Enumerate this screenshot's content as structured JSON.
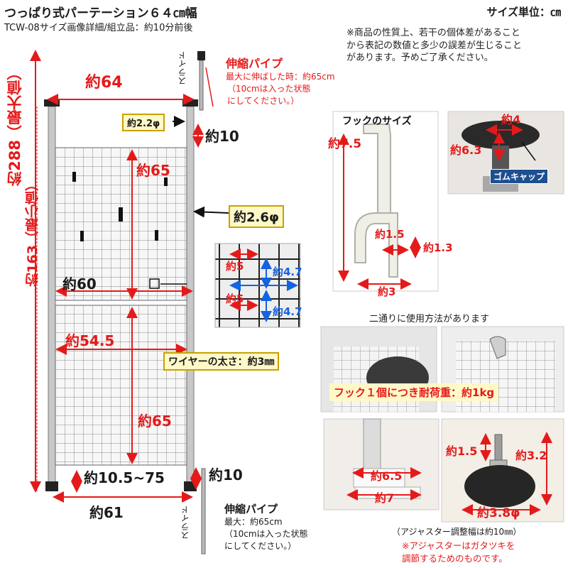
{
  "header": {
    "title": "つっぱり式パーテーション６４㎝幅",
    "subtitle": "TCW-08サイズ画像詳細/組立品：約10分前後",
    "unit": "サイズ単位：㎝"
  },
  "note": {
    "line1": "※商品の性質上、若干の個体差があること",
    "line2": "から表記の数値と多少の誤差が生じること",
    "line3": "があります。予めご了承ください。"
  },
  "diagram": {
    "top_width": "約64",
    "height_max": "約288（最大値）",
    "height_min": "約163（最小値）",
    "pipe_dia": "約2.2φ",
    "top_gap": "約10",
    "panel_height_top": "約65",
    "frame_dia": "約2.6φ",
    "inner_width": "約60",
    "panel_width": "約54.5",
    "panel_height_bottom": "約65",
    "adjust_range": "約10.5~75",
    "bottom_gap": "約10",
    "bottom_width": "約61",
    "slide_top": "スライド",
    "slide_bottom": "スライド"
  },
  "top_pipe": {
    "title": "伸縮パイプ",
    "line1": "最大に伸ばした時：約65cm",
    "line2": "（10cmは入った状態",
    "line3": "にしてください。）"
  },
  "bottom_pipe": {
    "title": "伸縮パイプ",
    "line1": "最大：約65cm",
    "line2": "（10cmは入った状態",
    "line3": "にしてください。）"
  },
  "mesh": {
    "h1": "約5",
    "h2": "約5",
    "v1": "約4.7",
    "v2": "約4.7",
    "wire": "ワイヤーの太さ：約3㎜"
  },
  "hook": {
    "title": "フックのサイズ",
    "height": "約7.5",
    "inner": "約1.5",
    "depth": "約1.3",
    "width": "約3"
  },
  "cap": {
    "top": "約4",
    "side": "約6.3",
    "label": "ゴムキャップ"
  },
  "usage": {
    "title": "二通りに使用方法があります",
    "load": "フック１個につき耐荷重：約1kg"
  },
  "foot": {
    "w1": "約6.5",
    "w2": "約7"
  },
  "adjuster": {
    "bolt": "約1.5",
    "height": "約3.2",
    "dia": "約3.8φ",
    "range": "（アジャスター調整幅は約10㎜）",
    "note1": "※アジャスターはガタツキを",
    "note2": "調節するためのものです。"
  },
  "colors": {
    "accent_red": "#e41a1a",
    "dimension_blue": "#1463e0",
    "highlight_yellow": "#fff8c8"
  }
}
